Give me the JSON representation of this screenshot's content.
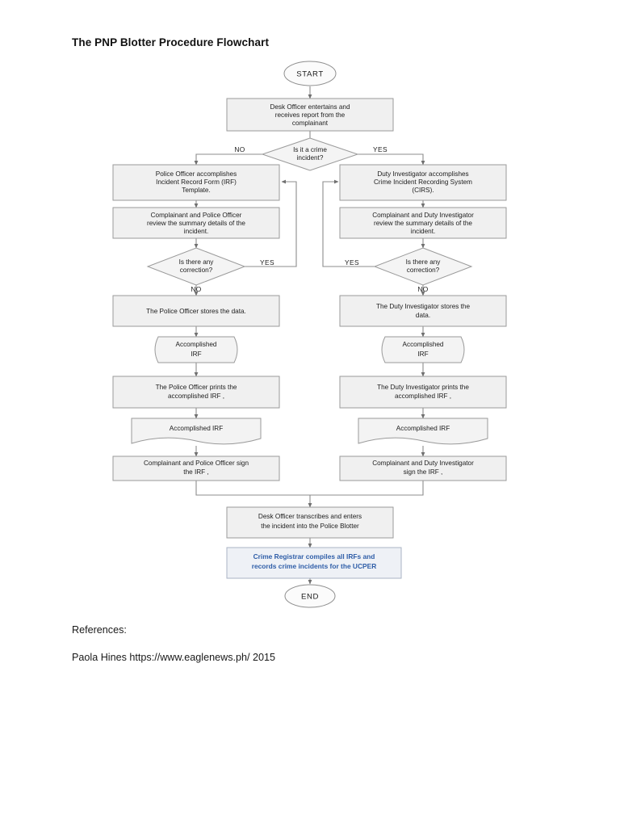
{
  "document": {
    "title": "The PNP Blotter Procedure Flowchart"
  },
  "colors": {
    "box_fill": "#f0f0f0",
    "box_stroke": "#9a9a9a",
    "edge": "#8c8c8c",
    "blue_text": "#2f5ea8",
    "blue_box_fill": "#eef1f6",
    "text": "#1c1c1c",
    "page_background": "#ffffff"
  },
  "flowchart": {
    "type": "flowchart",
    "orientation": "top-to-bottom",
    "nodes": {
      "start": {
        "shape": "terminator",
        "label": "START"
      },
      "desk_officer_receives": {
        "shape": "process",
        "lines": [
          "Desk Officer entertains  and",
          "receives report from the",
          "complainant"
        ]
      },
      "crime_decision": {
        "shape": "decision",
        "lines": [
          "Is it a crime",
          "incident?"
        ],
        "no_label": "NO",
        "yes_label": "YES"
      },
      "police_officer_irf": {
        "shape": "process",
        "lines": [
          "Police Officer accomplishes",
          "Incident Record Form (IRF)",
          "Template."
        ]
      },
      "duty_investigator_cirs": {
        "shape": "process",
        "lines": [
          "Duty Investigator accomplishes",
          "Crime Incident Recording System",
          "(CIRS)."
        ]
      },
      "review_left": {
        "shape": "process",
        "lines": [
          "Complainant and Police Officer",
          "review the summary details of the",
          "incident."
        ]
      },
      "review_right": {
        "shape": "process",
        "lines": [
          "Complainant and Duty Investigator",
          "review the summary details of the",
          "incident."
        ]
      },
      "correction_left": {
        "shape": "decision",
        "lines": [
          "Is there any",
          "correction?"
        ],
        "yes_label": "YES",
        "no_label": "NO"
      },
      "correction_right": {
        "shape": "decision",
        "lines": [
          "Is there any",
          "correction?"
        ],
        "yes_label": "YES",
        "no_label": "NO"
      },
      "store_left": {
        "shape": "process",
        "lines": [
          "The Police Officer stores the data."
        ]
      },
      "store_right": {
        "shape": "process",
        "lines": [
          "The Duty Investigator stores the",
          "data."
        ]
      },
      "doc_irf_left": {
        "shape": "document",
        "lines": [
          "Accomplished",
          "IRF"
        ]
      },
      "doc_irf_right": {
        "shape": "document",
        "lines": [
          "Accomplished",
          "IRF"
        ]
      },
      "print_left": {
        "shape": "process",
        "lines": [
          "The Police Officer prints the",
          "accomplished IRF ,"
        ]
      },
      "print_right": {
        "shape": "process",
        "lines": [
          "The Duty Investigator prints the",
          "accomplished IRF ,"
        ]
      },
      "doc_printed_left": {
        "shape": "document-wide",
        "lines": [
          "Accomplished IRF"
        ]
      },
      "doc_printed_right": {
        "shape": "document-wide",
        "lines": [
          "Accomplished IRF"
        ]
      },
      "sign_left": {
        "shape": "process",
        "lines": [
          "Complainant and Police Officer sign",
          "the IRF ,"
        ]
      },
      "sign_right": {
        "shape": "process",
        "lines": [
          "Complainant and Duty Investigator",
          "sign the IRF ,"
        ]
      },
      "transcribe": {
        "shape": "process",
        "lines": [
          "Desk Officer transcribes and enters",
          "the incident into the Police Blotter"
        ]
      },
      "crime_registrar": {
        "shape": "process-highlighted",
        "lines": [
          "Crime Registrar compiles all IRFs and",
          "records crime  incidents for the UCPER"
        ]
      },
      "end": {
        "shape": "terminator",
        "label": "END"
      }
    },
    "edge_labels": {
      "no_left": "NO",
      "yes_right": "YES",
      "yes_correction_left": "YES",
      "no_correction_left": "NO",
      "yes_correction_right": "YES",
      "no_correction_right": "NO"
    }
  },
  "references": {
    "heading": "References:",
    "entry": "Paola Hines https://www.eaglenews.ph/ 2015"
  }
}
